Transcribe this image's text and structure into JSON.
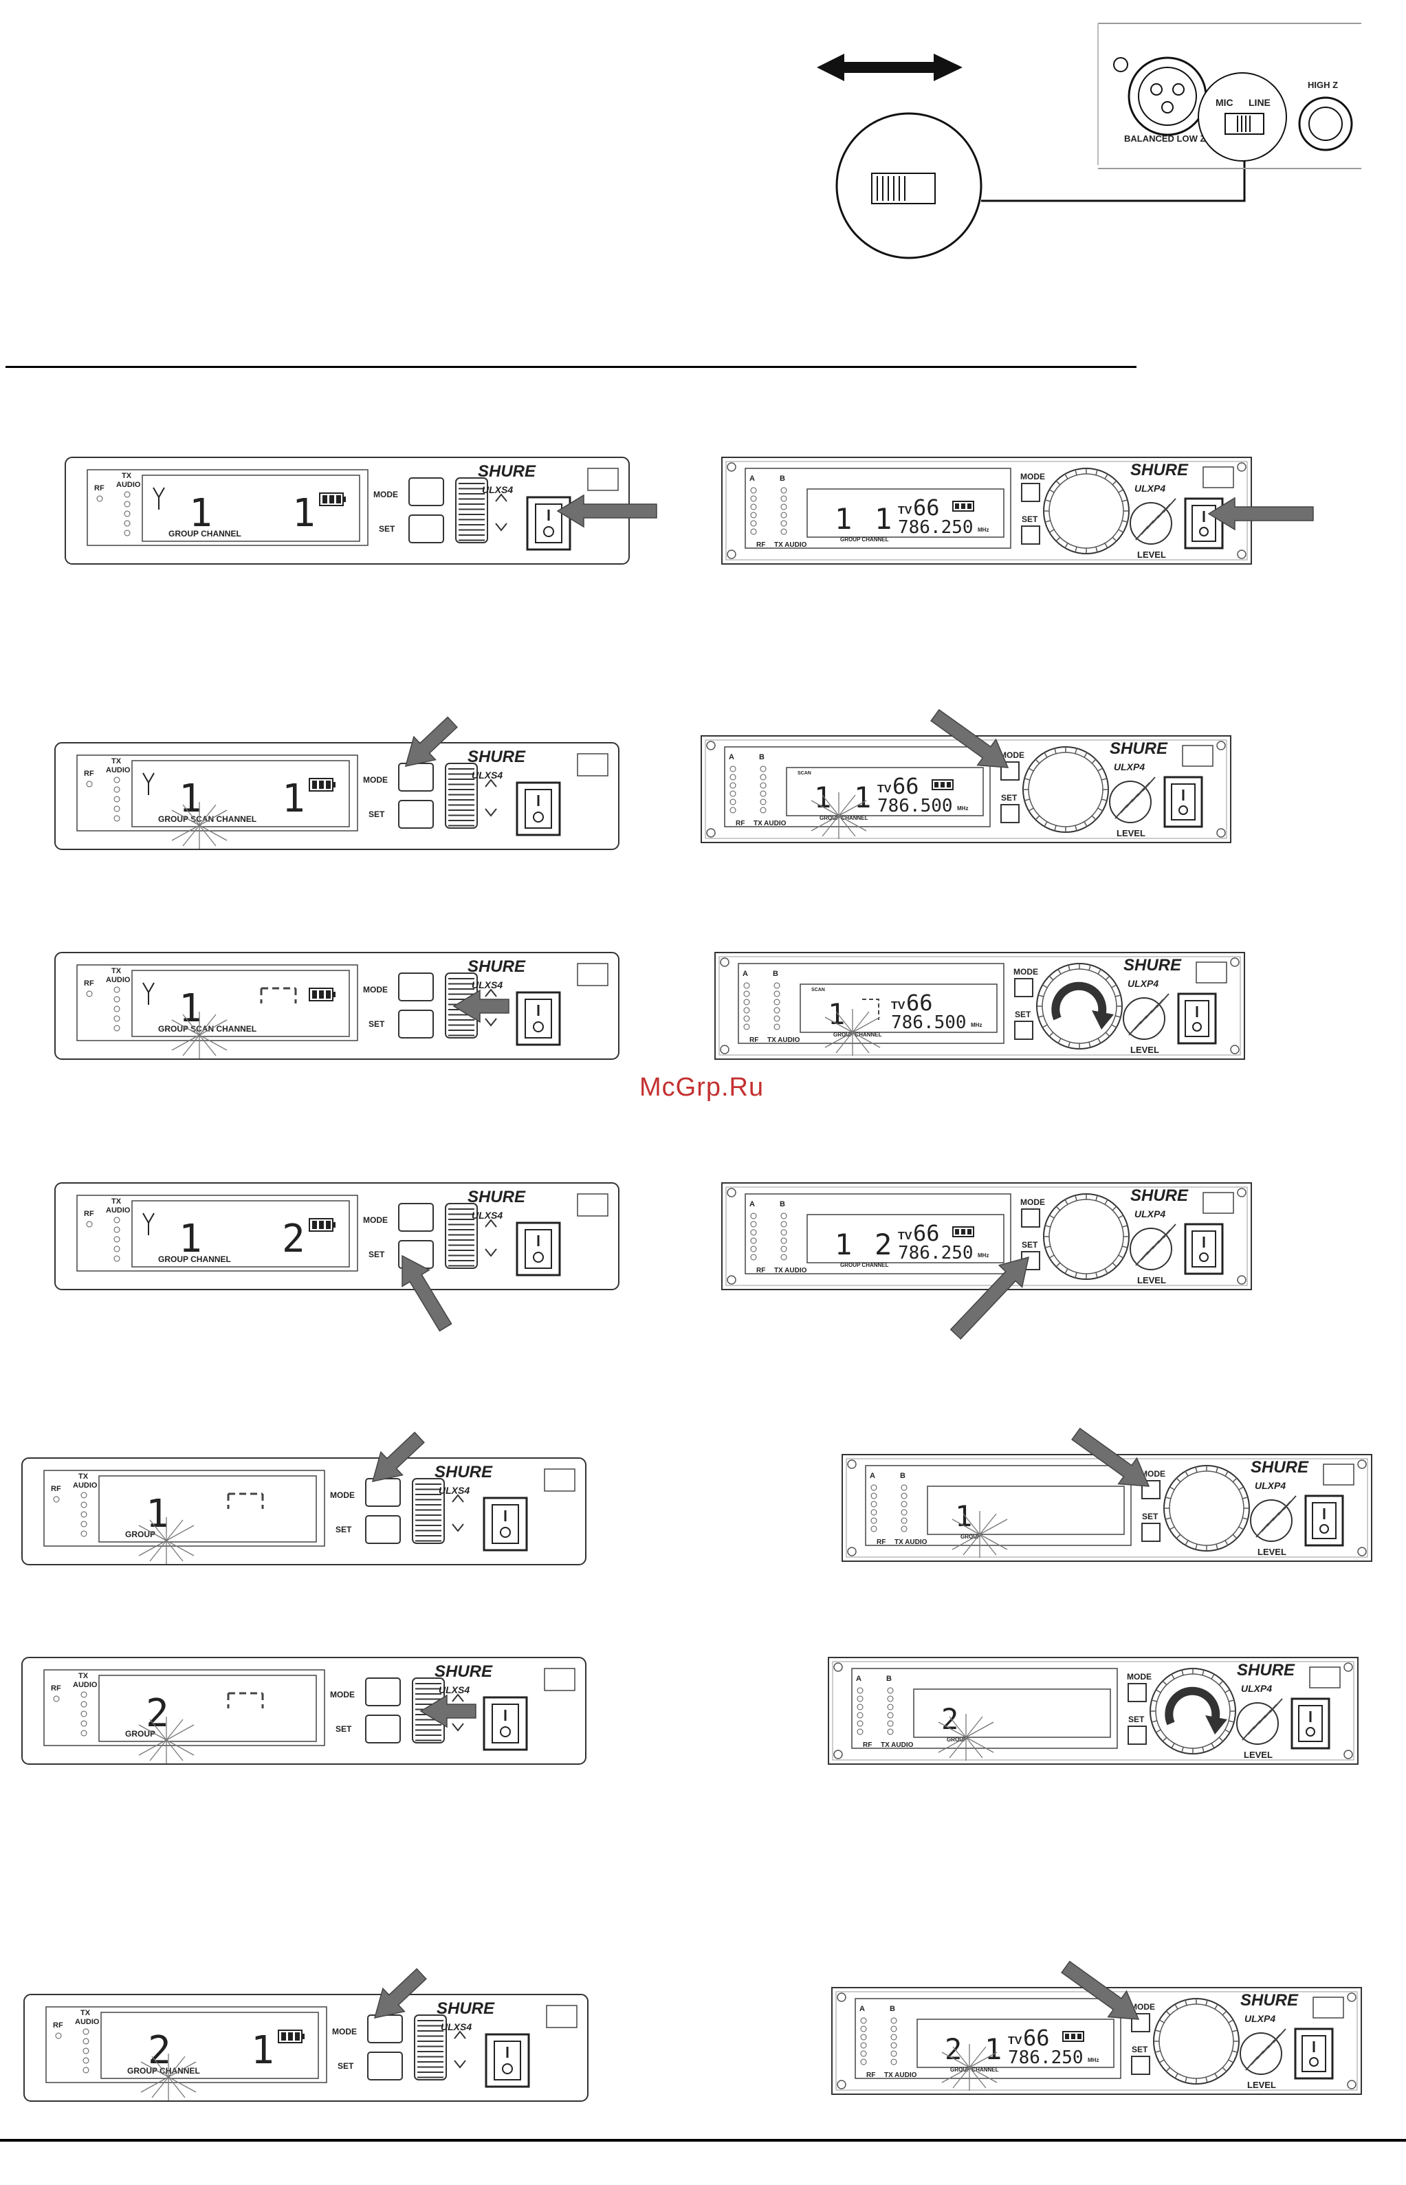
{
  "top_diagram": {
    "xlr_label": "BALANCED LOW Z",
    "mic_label": "MIC",
    "line_label": "LINE",
    "hiz_label": "HIGH Z"
  },
  "ulxs4": {
    "brand": "SHURE",
    "model": "ULXS4",
    "rf": "RF",
    "tx_audio": "TX\nAUDIO",
    "mode": "MODE",
    "set": "SET",
    "group": "GROUP",
    "scan": "SCAN",
    "channel": "CHANNEL"
  },
  "ulxp4": {
    "brand": "SHURE",
    "model": "ULXP4",
    "a": "A",
    "b": "B",
    "rf": "RF",
    "tx_audio": "TX AUDIO",
    "mode": "MODE",
    "set": "SET",
    "level": "LEVEL",
    "group": "GROUP",
    "channel": "CHANNEL",
    "scan": "SCAN",
    "tv": "TV",
    "mhz": "MHz"
  },
  "watermark": "McGrp.Ru",
  "steps": [
    {
      "left": {
        "group": "1",
        "channel": "1",
        "labels": "GROUP CHANNEL",
        "battery": true,
        "antenna": true,
        "arrow": "power"
      },
      "right": {
        "group": "1",
        "channel": "1",
        "tv": "66",
        "freq": "786.250",
        "battery": true,
        "arrow": "power"
      }
    },
    {
      "left": {
        "group": "1",
        "channel": "1",
        "labels": "GROUP SCAN CHANNEL",
        "battery": true,
        "antenna": true,
        "arrow": "mode",
        "flash": true
      },
      "right": {
        "group": "1",
        "channel": "1",
        "tv": "66",
        "freq": "786.500",
        "battery": true,
        "arrow": "mode",
        "flash": true,
        "scan": true
      }
    },
    {
      "left": {
        "group": "1",
        "channel": "",
        "labels": "GROUP SCAN CHANNEL",
        "battery": true,
        "antenna": true,
        "arrow": "wheel",
        "flash": true
      },
      "right": {
        "group": "1",
        "channel": "",
        "tv": "66",
        "freq": "786.500",
        "battery": false,
        "arrow": "rotate",
        "flash": true,
        "scan": true
      }
    },
    {
      "left": {
        "group": "1",
        "channel": "2",
        "labels": "GROUP CHANNEL",
        "battery": true,
        "antenna": true,
        "arrow": "set"
      },
      "right": {
        "group": "1",
        "channel": "2",
        "tv": "66",
        "freq": "786.250",
        "battery": true,
        "arrow": "set"
      }
    },
    {
      "left": {
        "group": "1",
        "channel": "",
        "labels": "GROUP",
        "battery": false,
        "antenna": false,
        "arrow": "mode",
        "flash": true
      },
      "right": {
        "group": "1",
        "channel": "",
        "tv": "",
        "freq": "",
        "battery": false,
        "arrow": "mode",
        "flash": true
      }
    },
    {
      "left": {
        "group": "2",
        "channel": "",
        "labels": "GROUP",
        "battery": false,
        "antenna": false,
        "arrow": "wheel",
        "flash": true
      },
      "right": {
        "group": "2",
        "channel": "",
        "tv": "",
        "freq": "",
        "battery": false,
        "arrow": "rotate",
        "flash": true
      }
    },
    {
      "left": {
        "group": "2",
        "channel": "1",
        "labels": "GROUP CHANNEL",
        "battery": true,
        "antenna": false,
        "arrow": "mode",
        "flash": true
      },
      "right": {
        "group": "2",
        "channel": "1",
        "tv": "66",
        "freq": "786.250",
        "battery": true,
        "arrow": "mode",
        "flash": true
      }
    }
  ]
}
